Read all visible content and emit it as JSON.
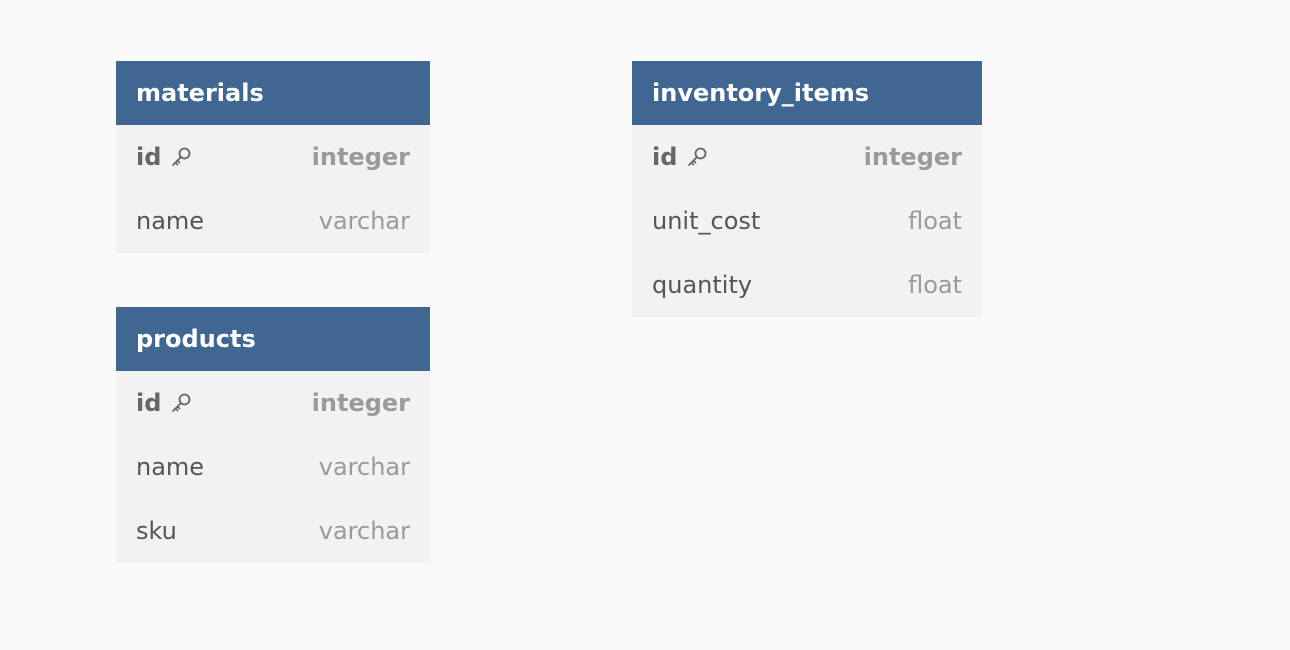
{
  "tables": [
    {
      "name": "materials",
      "columns": [
        {
          "name": "id",
          "type": "integer",
          "primary_key": true,
          "icon": "key-icon"
        },
        {
          "name": "name",
          "type": "varchar",
          "primary_key": false
        }
      ]
    },
    {
      "name": "products",
      "columns": [
        {
          "name": "id",
          "type": "integer",
          "primary_key": true,
          "icon": "key-icon"
        },
        {
          "name": "name",
          "type": "varchar",
          "primary_key": false
        },
        {
          "name": "sku",
          "type": "varchar",
          "primary_key": false
        }
      ]
    },
    {
      "name": "inventory_items",
      "columns": [
        {
          "name": "id",
          "type": "integer",
          "primary_key": true,
          "icon": "key-icon"
        },
        {
          "name": "unit_cost",
          "type": "float",
          "primary_key": false
        },
        {
          "name": "quantity",
          "type": "float",
          "primary_key": false
        }
      ]
    }
  ],
  "colors": {
    "header": "#3f6792",
    "body": "#f2f2f2",
    "background": "#fafafa"
  }
}
